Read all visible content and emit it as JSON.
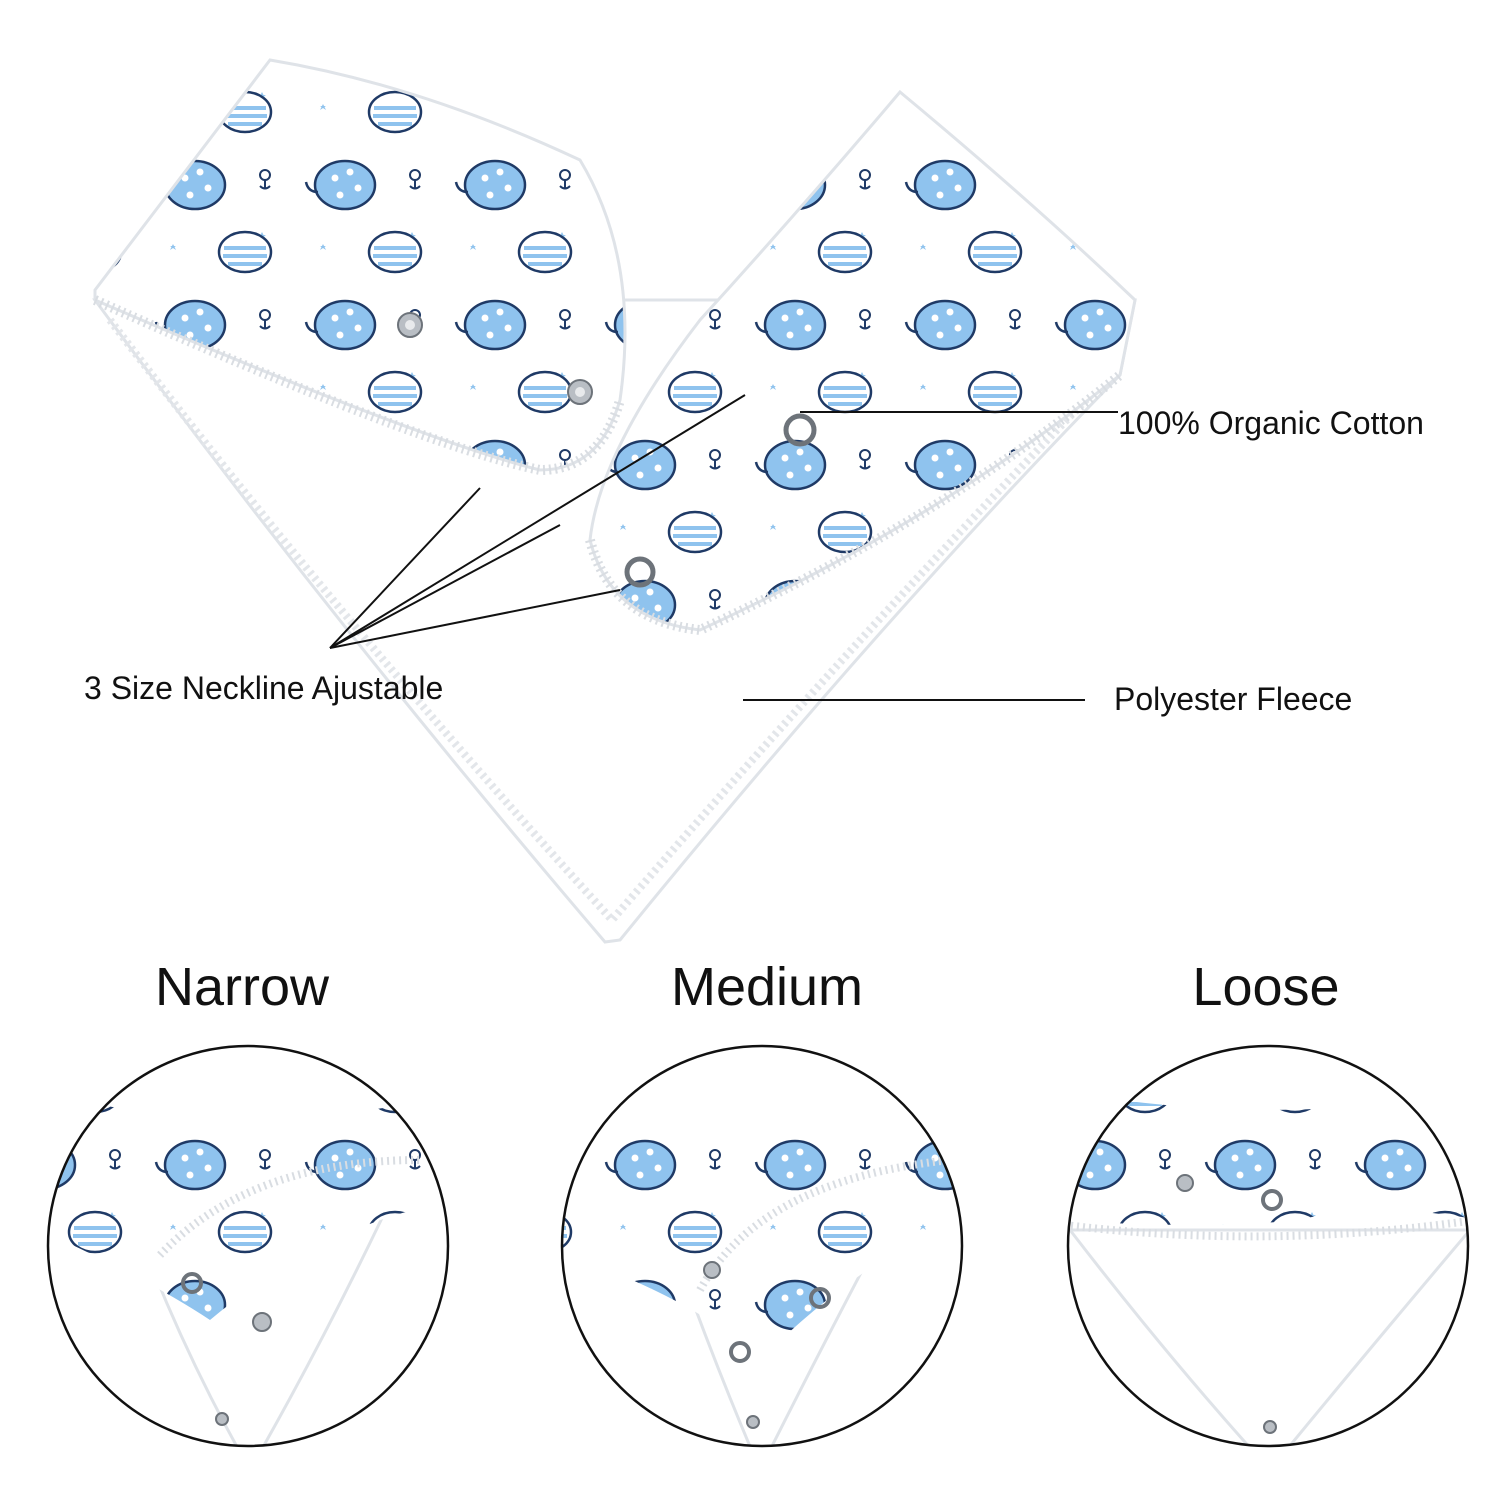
{
  "callouts": {
    "cotton": "100% Organic Cotton",
    "neckline": "3 Size Neckline Ajustable",
    "fleece": "Polyester Fleece"
  },
  "sizes": [
    {
      "label": "Narrow"
    },
    {
      "label": "Medium"
    },
    {
      "label": "Loose"
    }
  ],
  "colors": {
    "print_blue": "#8fc3ee",
    "outline_navy": "#1f3a66",
    "fabric_white": "#ffffff",
    "fabric_shadow": "#e7ebf0",
    "snap_silver": "#b9bec4"
  }
}
